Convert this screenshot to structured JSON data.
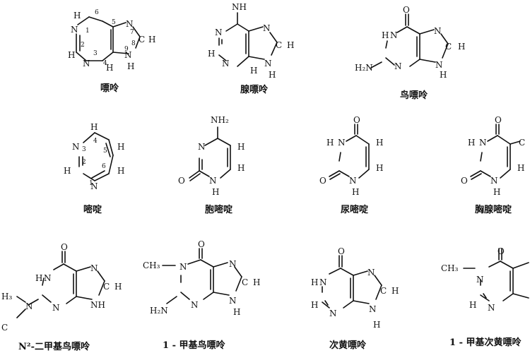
{
  "captions": {
    "purine": "嘌呤",
    "adenine": "腺嘌呤",
    "guanine": "鸟嘌呤",
    "pyrimidine": "嘧啶",
    "cytosine": "胞嘧啶",
    "uracil": "尿嘧啶",
    "thymine": "胸腺嘧啶",
    "dimethylguanine": "N²-二甲基鸟嘌呤",
    "methylguanine": "1 - 甲基鸟嘌呤",
    "hypoxanthine": "次黄嘌呤",
    "methylhypoxanthine": "1 - 甲基次黄嘌呤"
  },
  "atoms": {
    "N": "N",
    "H": "H",
    "C": "C",
    "O": "O",
    "NH": "NH",
    "NH2": "NH₂",
    "H2N": "H₂N",
    "CH3": "CH₃",
    "CH": "CH",
    "H3": "H₃"
  },
  "ring_numbers": [
    "1",
    "2",
    "3",
    "4",
    "5",
    "6",
    "7",
    "8",
    "9"
  ]
}
